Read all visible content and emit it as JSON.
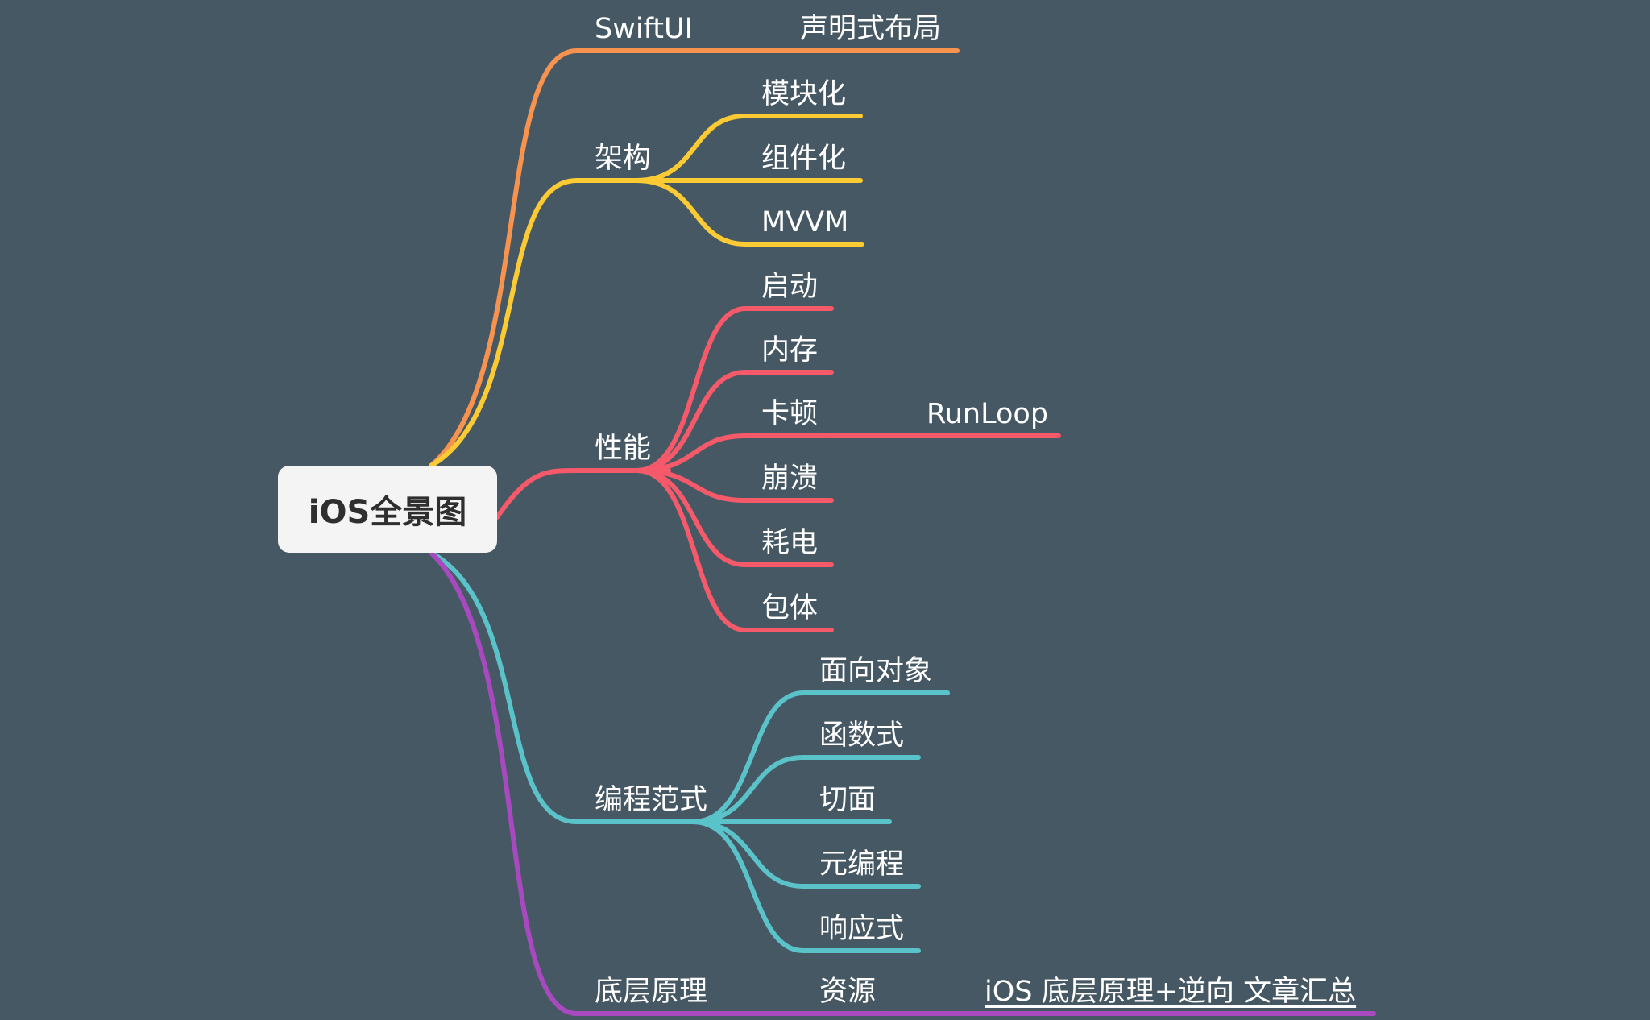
{
  "root": {
    "label": "iOS全景图"
  },
  "branches": [
    {
      "id": "swiftui",
      "label": "SwiftUI",
      "color": "#f7924f",
      "children": [
        {
          "label": "声明式布局"
        }
      ]
    },
    {
      "id": "arch",
      "label": "架构",
      "color": "#fccb33",
      "children": [
        {
          "label": "模块化"
        },
        {
          "label": "组件化"
        },
        {
          "label": "MVVM"
        }
      ]
    },
    {
      "id": "perf",
      "label": "性能",
      "color": "#f5596a",
      "children": [
        {
          "label": "启动"
        },
        {
          "label": "内存"
        },
        {
          "label": "卡顿",
          "children": [
            {
              "label": "RunLoop"
            }
          ]
        },
        {
          "label": "崩溃"
        },
        {
          "label": "耗电"
        },
        {
          "label": "包体"
        }
      ]
    },
    {
      "id": "paradigm",
      "label": "编程范式",
      "color": "#5ac3c9",
      "children": [
        {
          "label": "面向对象"
        },
        {
          "label": "函数式"
        },
        {
          "label": "切面"
        },
        {
          "label": "元编程"
        },
        {
          "label": "响应式"
        }
      ]
    },
    {
      "id": "underlying",
      "label": "底层原理",
      "color": "#a849c0",
      "children": [
        {
          "label": "资源",
          "children": [
            {
              "label": "iOS 底层原理+逆向 文章汇总",
              "link": true
            }
          ]
        }
      ]
    }
  ]
}
